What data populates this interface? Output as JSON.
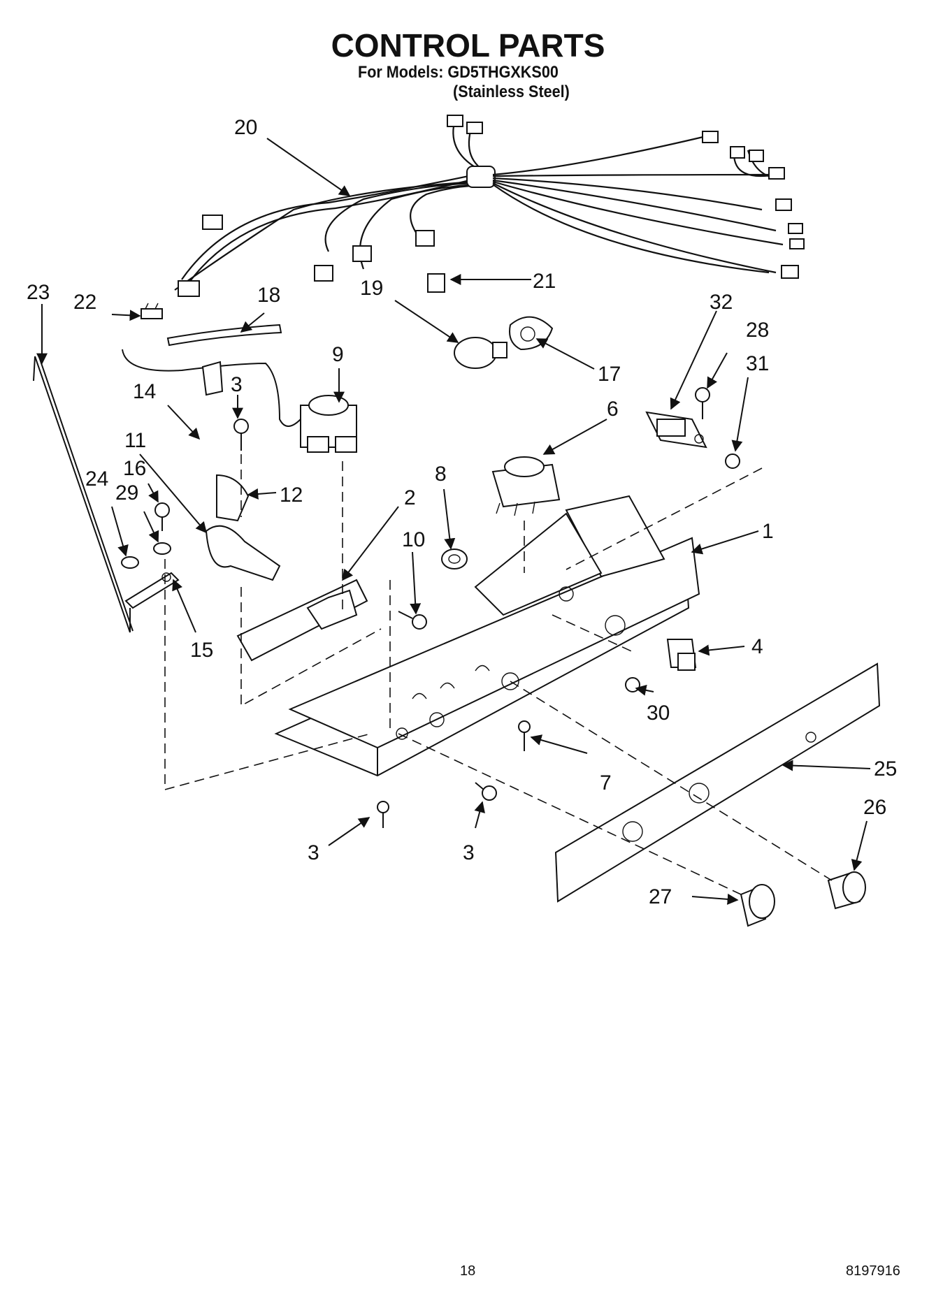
{
  "header": {
    "title": "CONTROL PARTS",
    "models_label": "For Models: GD5THGXKS00",
    "models_sub": "(Stainless Steel)"
  },
  "callouts": [
    {
      "id": "c20",
      "label": "20"
    },
    {
      "id": "c21",
      "label": "21"
    },
    {
      "id": "c23",
      "label": "23"
    },
    {
      "id": "c22",
      "label": "22"
    },
    {
      "id": "c18",
      "label": "18"
    },
    {
      "id": "c19",
      "label": "19"
    },
    {
      "id": "c32",
      "label": "32"
    },
    {
      "id": "c28",
      "label": "28"
    },
    {
      "id": "c31",
      "label": "31"
    },
    {
      "id": "c17",
      "label": "17"
    },
    {
      "id": "c9",
      "label": "9"
    },
    {
      "id": "c3a",
      "label": "3"
    },
    {
      "id": "c14",
      "label": "14"
    },
    {
      "id": "c6",
      "label": "6"
    },
    {
      "id": "c11",
      "label": "11"
    },
    {
      "id": "c16",
      "label": "16"
    },
    {
      "id": "c24",
      "label": "24"
    },
    {
      "id": "c8",
      "label": "8"
    },
    {
      "id": "c29",
      "label": "29"
    },
    {
      "id": "c12",
      "label": "12"
    },
    {
      "id": "c2",
      "label": "2"
    },
    {
      "id": "c1",
      "label": "1"
    },
    {
      "id": "c10",
      "label": "10"
    },
    {
      "id": "c4",
      "label": "4"
    },
    {
      "id": "c15",
      "label": "15"
    },
    {
      "id": "c30",
      "label": "30"
    },
    {
      "id": "c25",
      "label": "25"
    },
    {
      "id": "c7",
      "label": "7"
    },
    {
      "id": "c26",
      "label": "26"
    },
    {
      "id": "c3b",
      "label": "3"
    },
    {
      "id": "c3c",
      "label": "3"
    },
    {
      "id": "c27",
      "label": "27"
    }
  ],
  "footer": {
    "page_number": "18",
    "doc_number": "8197916"
  }
}
